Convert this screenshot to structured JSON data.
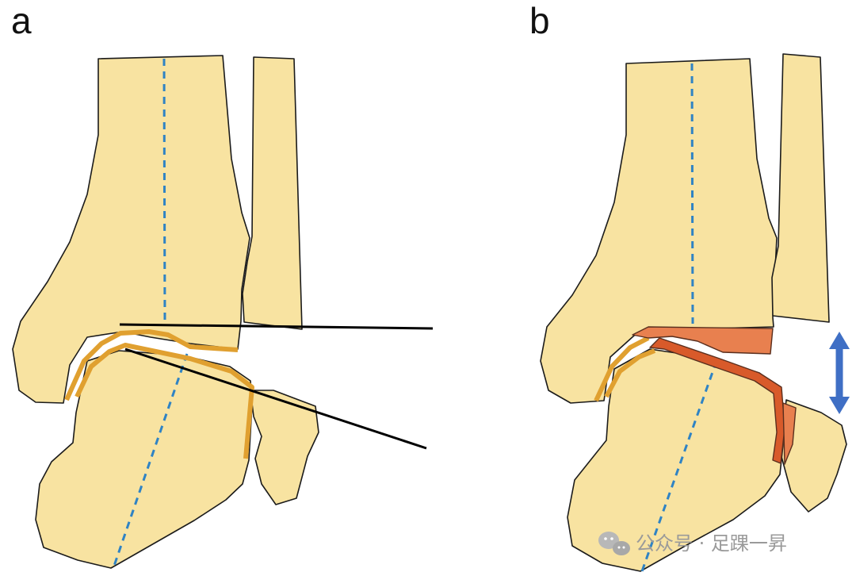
{
  "panels": [
    {
      "id": "a",
      "label": "a"
    },
    {
      "id": "b",
      "label": "b"
    }
  ],
  "watermark": {
    "text": "公众号 · 足踝一昇",
    "icon": "wechat-icon"
  },
  "colors": {
    "bone_fill": "#f8e3a1",
    "bone_outline": "#1b1b1b",
    "axis_dashed": "#2f83c4",
    "cartilage_normal": "#e0a030",
    "cartilage_narrowed": "#e8804f",
    "reference_lines": "#000000",
    "gap_arrow": "#3f6fc5",
    "watermark": "#9a9a9a"
  }
}
